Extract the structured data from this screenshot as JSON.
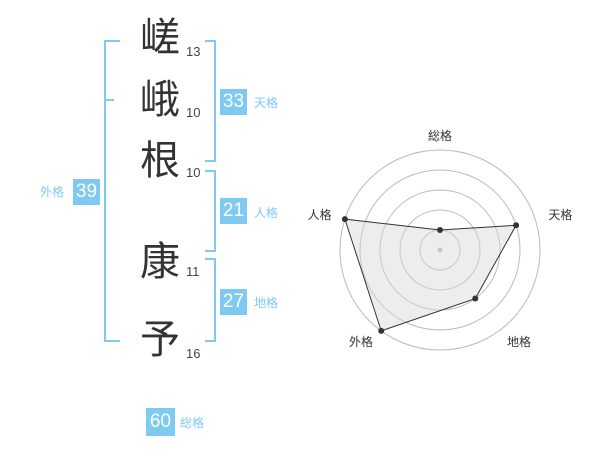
{
  "name_chars": [
    {
      "char": "嵯",
      "strokes": "13"
    },
    {
      "char": "峨",
      "strokes": "10"
    },
    {
      "char": "根",
      "strokes": "10"
    },
    {
      "char": "康",
      "strokes": "11"
    },
    {
      "char": "予",
      "strokes": "16"
    }
  ],
  "fortunes": {
    "tenkaku": {
      "value": "33",
      "label": "天格"
    },
    "jinkaku": {
      "value": "21",
      "label": "人格"
    },
    "chikaku": {
      "value": "27",
      "label": "地格"
    },
    "gaikaku": {
      "value": "39",
      "label": "外格"
    },
    "soukaku": {
      "value": "60",
      "label": "総格"
    }
  },
  "accent_color": "#7fcaf2",
  "radar": {
    "axes": [
      "総格",
      "天格",
      "地格",
      "外格",
      "人格"
    ],
    "max": 5,
    "values": [
      1,
      4,
      3,
      5,
      5
    ]
  }
}
